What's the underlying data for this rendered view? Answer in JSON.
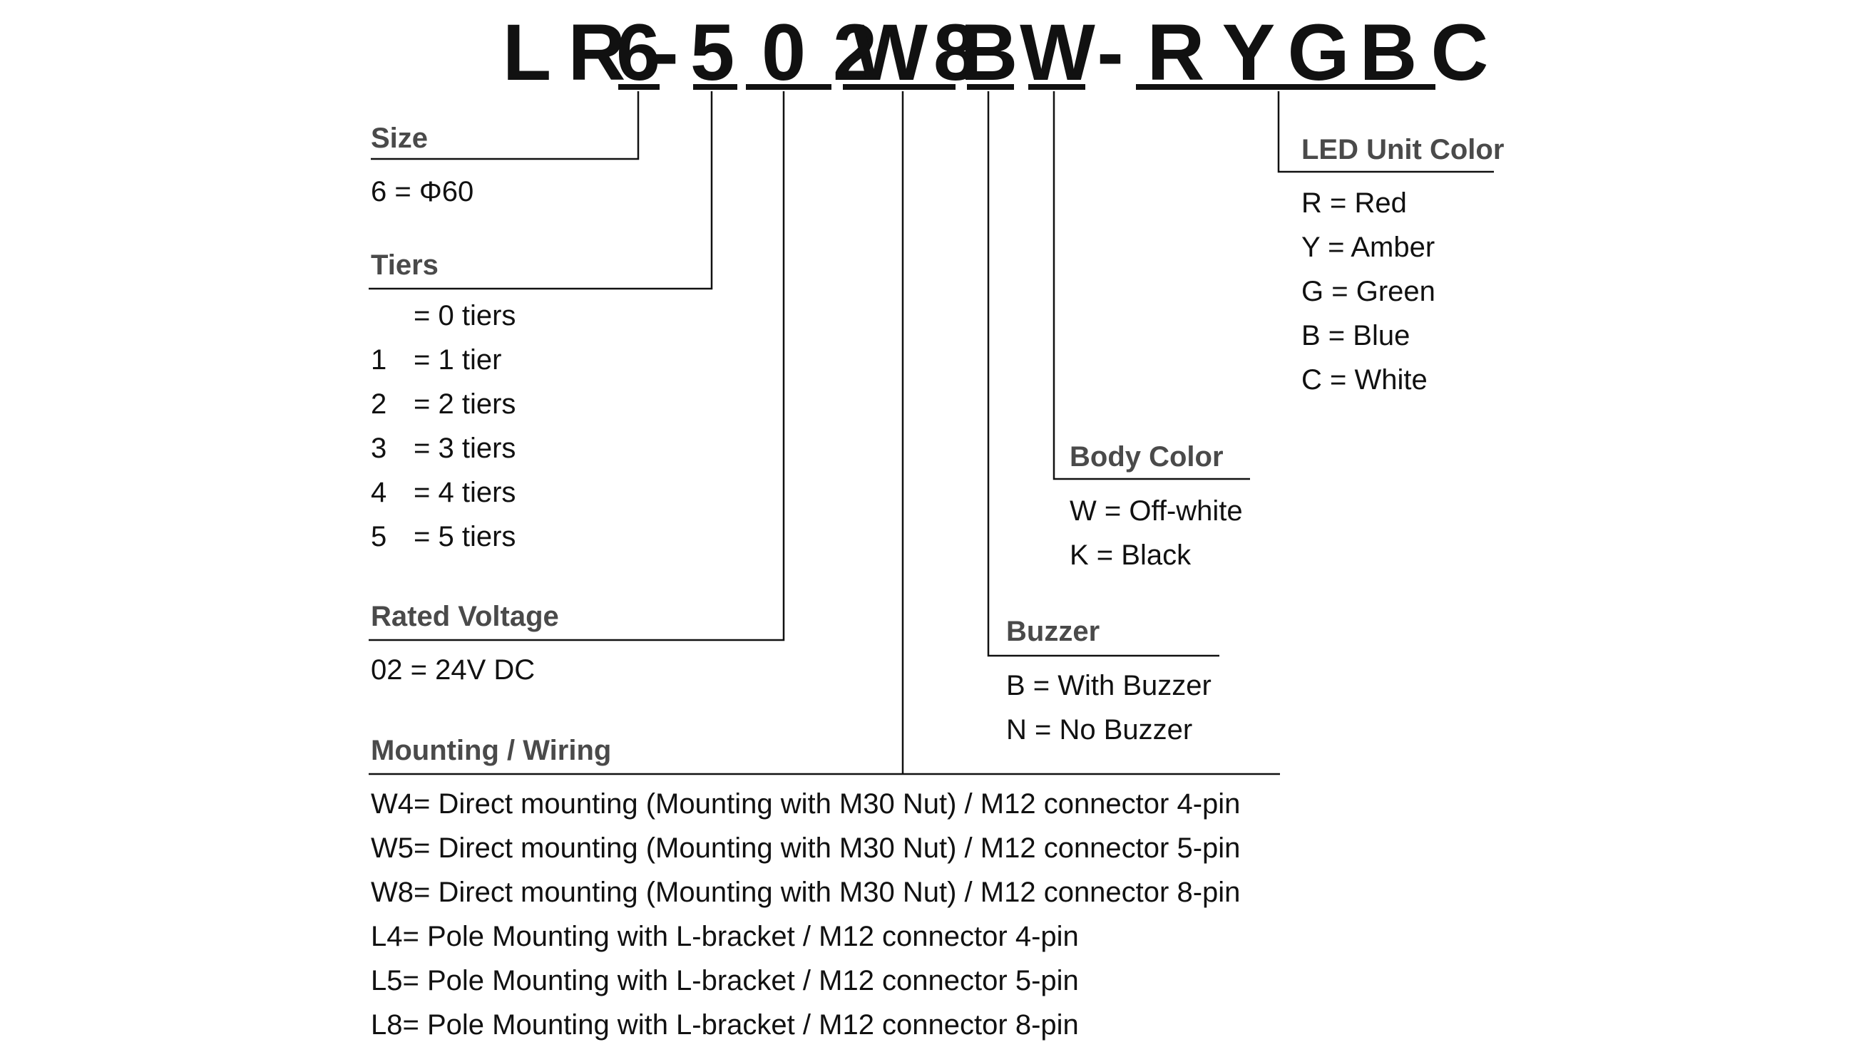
{
  "model_code": "LR6-502W8BW-RYGBC",
  "segments": {
    "size": {
      "code": "6",
      "heading": "Size",
      "options": [
        "6 = Φ60"
      ]
    },
    "tiers": {
      "code": "5",
      "heading": "Tiers",
      "options": [
        {
          "code": "",
          "desc": "=  0  tiers"
        },
        {
          "code": "1",
          "desc": "= 1 tier"
        },
        {
          "code": "2",
          "desc": "=  2  tiers"
        },
        {
          "code": "3",
          "desc": "=  3  tiers"
        },
        {
          "code": "4",
          "desc": "=  4  tiers"
        },
        {
          "code": "5",
          "desc": "=  5  tiers"
        }
      ]
    },
    "voltage": {
      "code": "02",
      "heading": "Rated Voltage",
      "options": [
        "02 = 24V DC"
      ]
    },
    "mounting": {
      "code": "W8",
      "heading": "Mounting / Wiring",
      "options": [
        "W4= Direct mounting (Mounting with M30 Nut) / M12 connector 4-pin",
        "W5= Direct mounting (Mounting with M30 Nut) / M12 connector 5-pin",
        "W8= Direct mounting (Mounting with M30 Nut) / M12 connector 8-pin",
        "L4= Pole Mounting with L-bracket  / M12 connector 4-pin",
        "L5= Pole Mounting with L-bracket  / M12 connector 5-pin",
        "L8= Pole Mounting with L-bracket  / M12 connector 8-pin"
      ]
    },
    "buzzer": {
      "code": "B",
      "heading": "Buzzer",
      "options": [
        "B = With Buzzer",
        "N = No Buzzer"
      ]
    },
    "body_color": {
      "code": "W",
      "heading": "Body Color",
      "options": [
        "W = Off-white",
        "K = Black"
      ]
    },
    "led_color": {
      "code": "RYGBC",
      "heading": "LED Unit Color",
      "options": [
        "R = Red",
        "Y = Amber",
        "G = Green",
        "B = Blue",
        "C = White"
      ]
    }
  },
  "colors": {
    "text": "#111111",
    "heading": "#4a4a4a",
    "line": "#111111"
  }
}
